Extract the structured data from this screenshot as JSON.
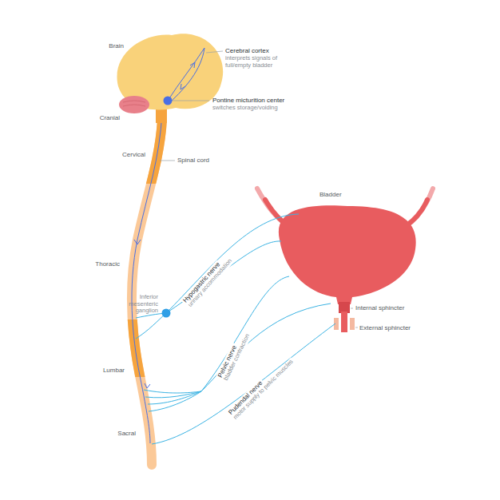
{
  "diagram": {
    "labels": [
      "Brain",
      "Cerebral cortex",
      "interprets signals of full/empty bladder",
      "Pontine micturition center",
      "switches storage/voiding",
      "Cranial",
      "Cervical",
      "Spinal cord",
      "Bladder",
      "Thoracic",
      "Inferior mesenteric ganglion",
      "Hypogastric nerve",
      "urinary accommodation",
      "Internal sphincter",
      "External sphincter",
      "Pelvic nerve",
      "bladder contraction",
      "Lumbar",
      "Pudendal nerve",
      "motor supply to pelvic muscles",
      "Sacral"
    ]
  }
}
